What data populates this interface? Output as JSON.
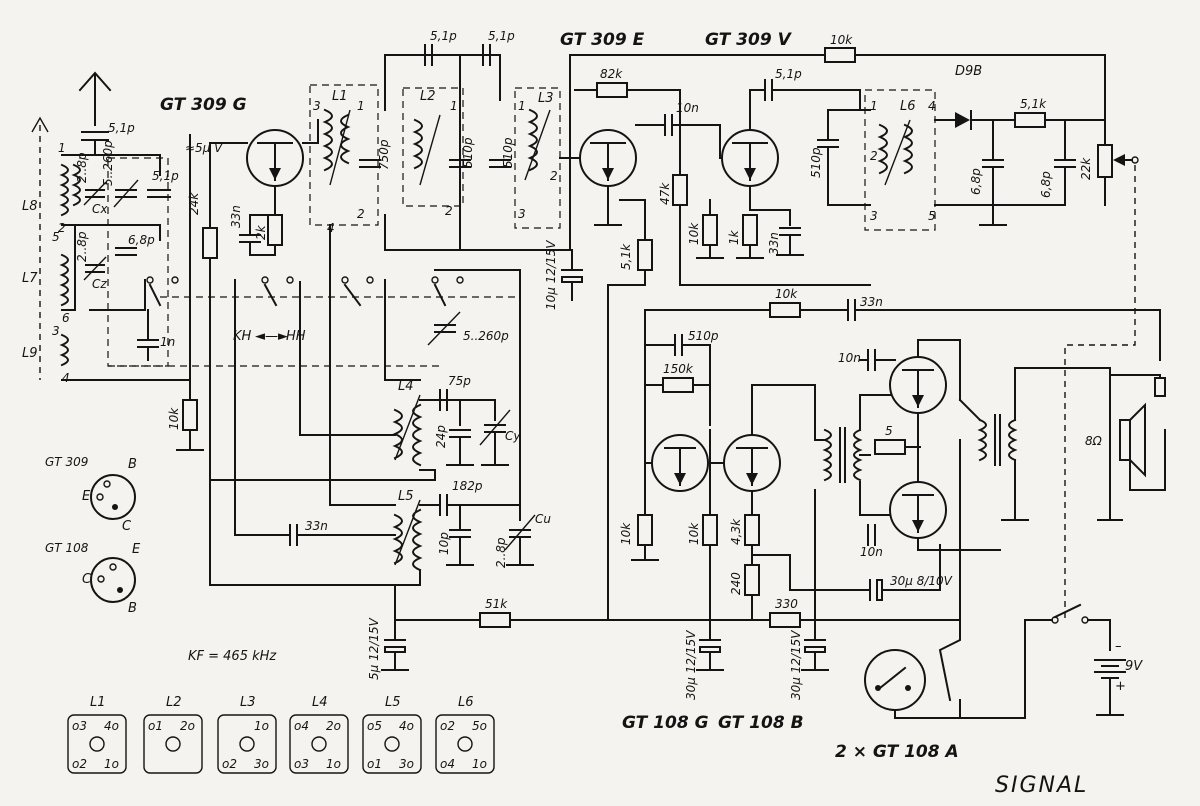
{
  "title": "SIGNAL",
  "if_freq": "KF = 465 kHz",
  "input_level": "≈5μ V",
  "band_switch": {
    "left": "KH",
    "right": "HH"
  },
  "transistors": {
    "t1": "GT 309 G",
    "t2": "GT 309 E",
    "t3": "GT 309 V",
    "af1": "GT 108 G",
    "af2": "GT 108 B",
    "out": "2 × GT 108 A"
  },
  "diode": "D9B",
  "coils": [
    "L1",
    "L2",
    "L3",
    "L4",
    "L5",
    "L6",
    "L7",
    "L8",
    "L9"
  ],
  "coil_pins": {
    "L1": [
      "o3",
      "4o",
      "o2",
      "1o"
    ],
    "L2": [
      "o1",
      "2o",
      "",
      ""
    ],
    "L3": [
      "",
      "1o",
      "o2",
      "3o"
    ],
    "L4": [
      "o4",
      "2o",
      "o3",
      "1o"
    ],
    "L5": [
      "o5",
      "4o",
      "o1",
      "3o"
    ],
    "L6": [
      "o2",
      "5o",
      "o4",
      "1o"
    ]
  },
  "pinouts": [
    {
      "name": "GT 309",
      "pins": [
        "B",
        "E",
        "C"
      ]
    },
    {
      "name": "GT 108",
      "pins": [
        "E",
        "C",
        "B"
      ]
    }
  ],
  "components": {
    "c_ant": "5,1p",
    "c_top1": "5,1p",
    "c_top2": "5,1p",
    "r_top": "10k",
    "r_82k": "82k",
    "c_10n_a": "10n",
    "c_5p1_b": "5,1p",
    "r_5k1": "5,1k",
    "c_750": "750p",
    "c_510_a": "510p",
    "c_510_b": "510p",
    "c_510_c": "510p",
    "c_510_d": "510p",
    "r_47k": "47k",
    "r_10k_a": "10k",
    "r_1k": "1k",
    "c_33n_a": "33n",
    "r_24k": "24k",
    "c_33n_b": "33n",
    "r_2k": "2k",
    "r_5k1_b": "5,1k",
    "c_10u_a": "10μ 12/15V",
    "c_6p8_a": "6,8p",
    "c_6p8_b": "6,8p",
    "r_22k": "22k",
    "r_10k_fb": "10k",
    "c_33n_fb": "33n",
    "c_510_e": "510p",
    "r_150k": "150k",
    "c_10n_b": "10n",
    "r_5": "5",
    "c_10n_c": "10n",
    "c_75": "75p",
    "c_24": "24p",
    "cy": "Cy",
    "c_182": "182p",
    "c_10p": "10p",
    "cu": "Cu",
    "c_2_8p": "2..8p",
    "r_10k_b": "10k",
    "r_10k_c": "10k",
    "r_10k_d": "10k",
    "r_4k3": "4,3k",
    "r_240": "240",
    "c_30u_a": "30μ 8/10V",
    "r_51k": "51k",
    "r_330": "330",
    "c_5u": "5μ 12/15V",
    "c_30u_b": "30μ 12/15V",
    "c_30u_c": "30μ 12/15V",
    "c_33n_c": "33n",
    "r_10k_e": "10k",
    "c_1n": "1n",
    "cx": "Cx",
    "cz": "Cz",
    "c_5_260_a": "5..260p",
    "c_5_260_b": "5..260p",
    "c_2_8_a": "2..8p",
    "c_2_8_b": "2..8p",
    "c_5p1_c": "5,1p",
    "c_6p8_c": "6,8p",
    "speaker": "8Ω",
    "battery": "9V"
  }
}
